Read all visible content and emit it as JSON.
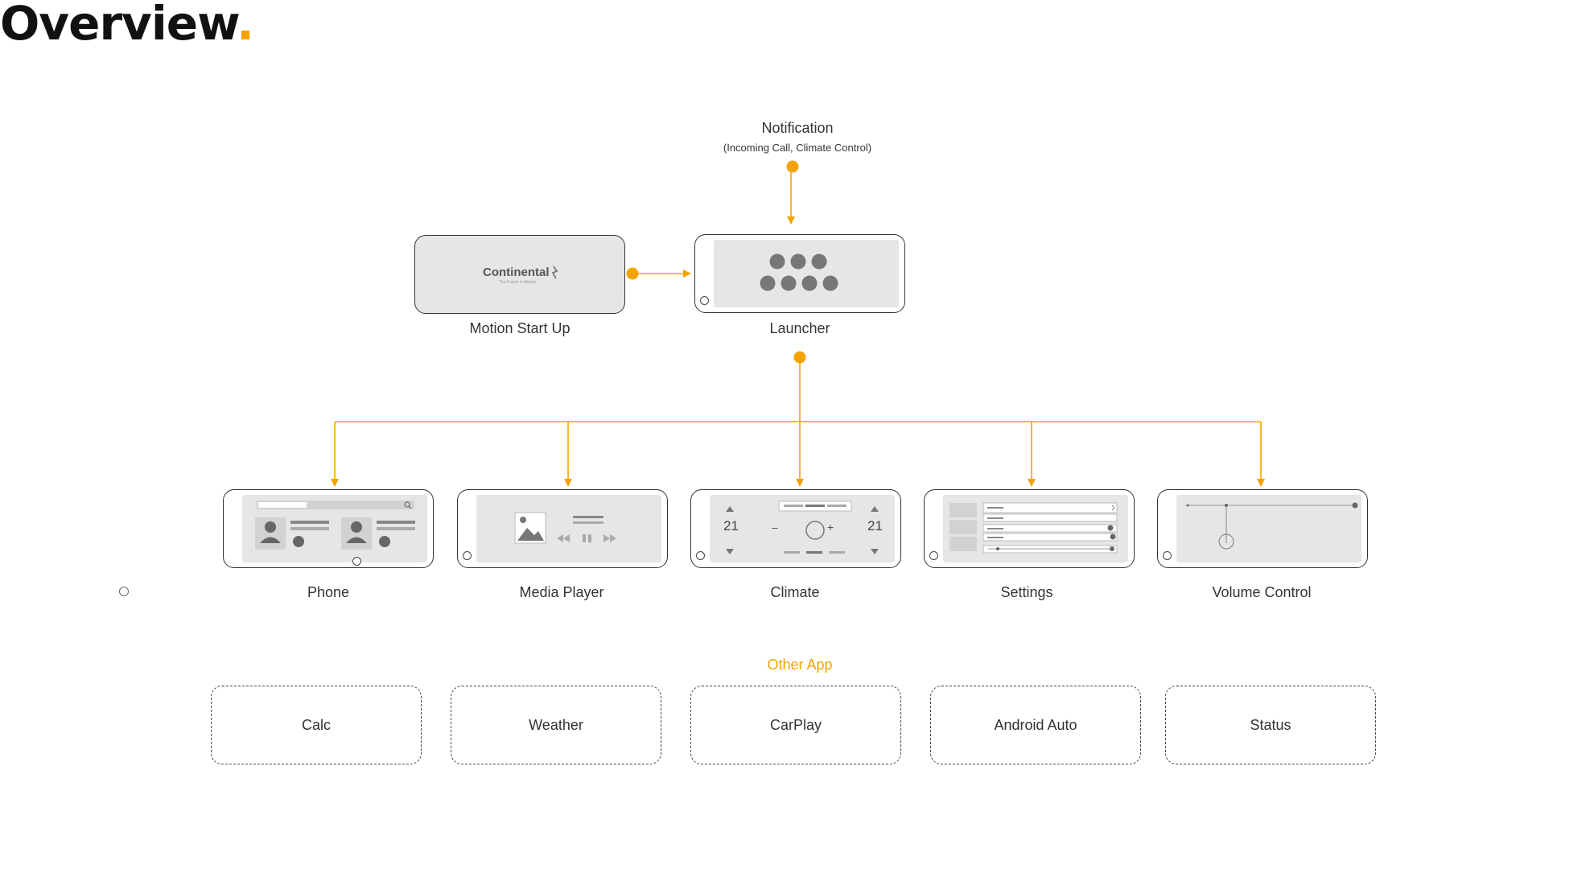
{
  "page": {
    "title": "Overview",
    "title_dot": "."
  },
  "notification": {
    "label": "Notification",
    "sublabel": "(Incoming Call, Climate Control)"
  },
  "screens": {
    "startup": {
      "label": "Motion Start Up",
      "logo_text": "Continental",
      "logo_tagline": "The Future in Motion"
    },
    "launcher": {
      "label": "Launcher"
    },
    "phone": {
      "label": "Phone"
    },
    "media": {
      "label": "Media Player"
    },
    "climate": {
      "label": "Climate",
      "left_temp": "21",
      "right_temp": "21",
      "minus": "–",
      "plus": "+"
    },
    "settings": {
      "label": "Settings"
    },
    "volume": {
      "label": "Volume Control"
    }
  },
  "other_apps": {
    "title": "Other App",
    "items": [
      {
        "label": "Calc"
      },
      {
        "label": "Weather"
      },
      {
        "label": "CarPlay"
      },
      {
        "label": "Android Auto"
      },
      {
        "label": "Status"
      }
    ]
  },
  "colors": {
    "accent": "#f5a300",
    "outline": "#333333",
    "screen": "#e6e6e6",
    "icon": "#777777"
  }
}
